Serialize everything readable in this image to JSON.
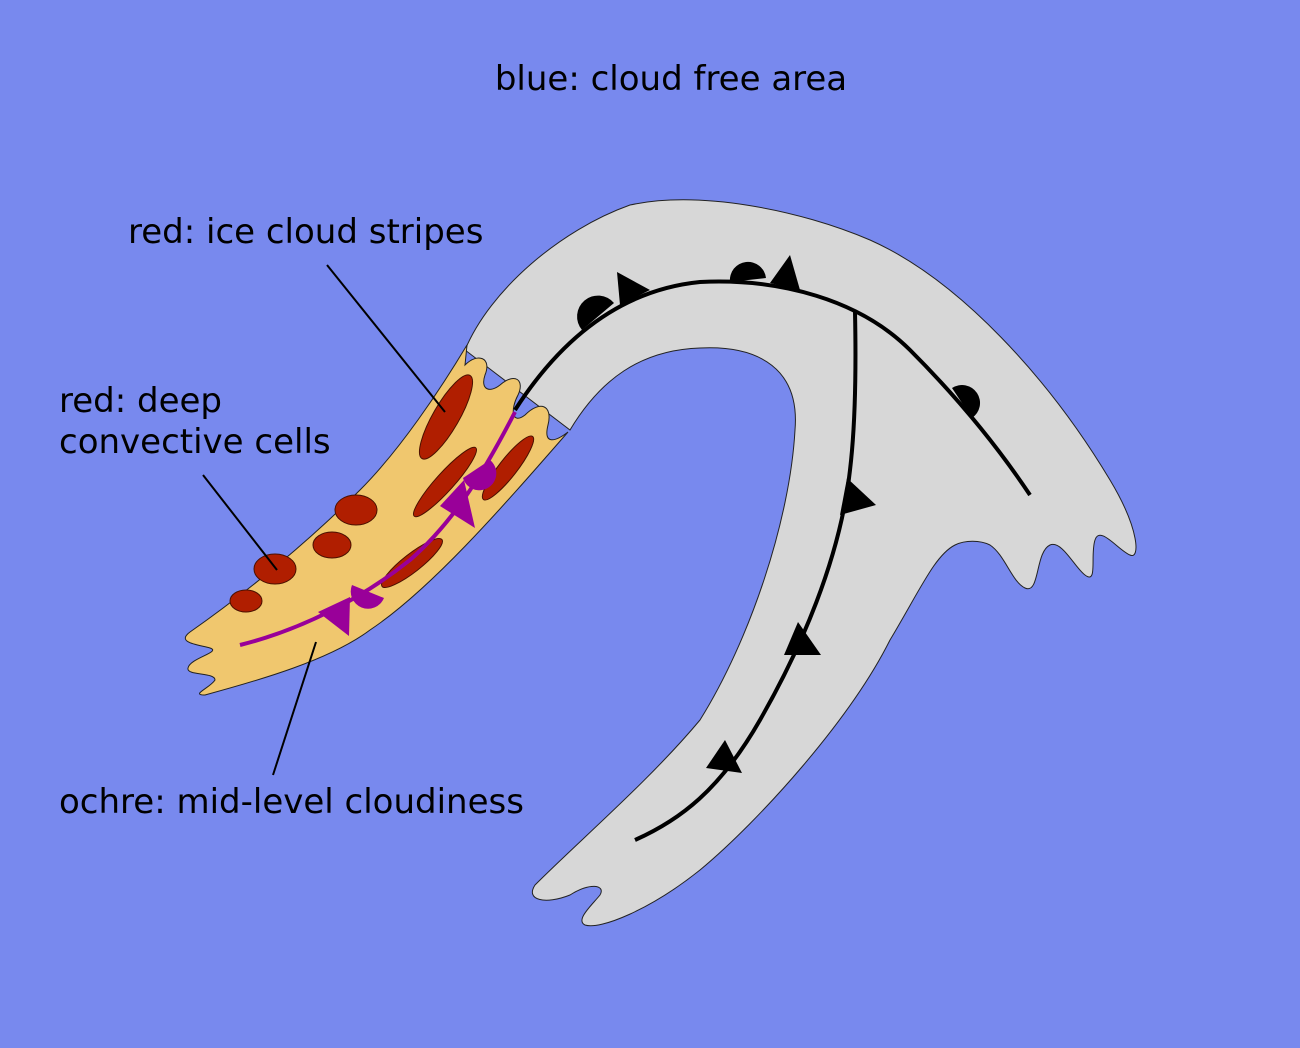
{
  "labels": {
    "cloud_free": "blue: cloud free area",
    "ice_stripes": "red: ice cloud stripes",
    "deep_convective_line1": "red: deep",
    "deep_convective_line2": "convective cells",
    "mid_level": "ochre: mid-level cloudiness"
  },
  "colors": {
    "background": "#7889ee",
    "cloud_band": "#d7d7d7",
    "mid_level": "#f0c76e",
    "red_cells": "#b01e00",
    "upper_front": "#990099",
    "front": "#000000"
  }
}
